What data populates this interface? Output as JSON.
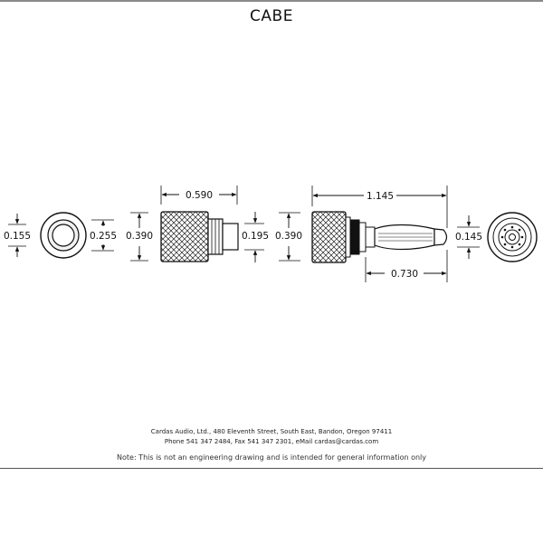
{
  "title": "CABE",
  "dimensions": {
    "cap_inner_diameter": "0.155",
    "cap_outer_diameter": "0.255",
    "body_outer_diameter": "0.390",
    "body_length": "0.590",
    "thread_diameter": "0.195",
    "assembled_outer_diameter": "0.390",
    "assembled_length": "1.145",
    "pin_length": "0.730",
    "pin_diameter": "0.145"
  },
  "footer": {
    "address_line1": "Cardas Audio, Ltd., 480 Eleventh Street, South East, Bandon, Oregon 97411",
    "address_line2": "Phone 541 347 2484, Fax 541 347 2301, eMail cardas@cardas.com",
    "note": "Note: This is not an engineering drawing and is intended for general information only"
  }
}
